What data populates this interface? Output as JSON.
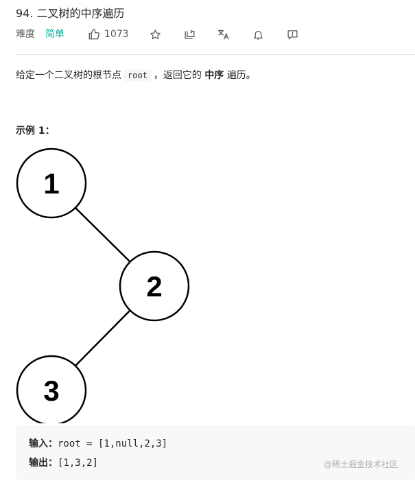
{
  "problem": {
    "title": "94. 二叉树的中序遍历",
    "difficulty_label": "难度",
    "difficulty_value": "简单",
    "like_count": "1073",
    "icons": [
      "thumbs-up-icon",
      "star-icon",
      "share-icon",
      "translate-icon",
      "bell-icon",
      "feedback-icon"
    ],
    "difficulty_color": "#00af9b"
  },
  "description": {
    "prefix": "给定一个二叉树的根节点",
    "code": "root",
    "middle": "，返回它的",
    "bold": "中序",
    "suffix": "遍历。"
  },
  "example": {
    "title": "示例 1：",
    "tree_nodes": [
      "1",
      "2",
      "3"
    ],
    "input_label": "输入：",
    "input_value": "root = [1,null,2,3]",
    "output_label": "输出：",
    "output_value": "[1,3,2]"
  },
  "watermark": "@稀土掘金技术社区"
}
